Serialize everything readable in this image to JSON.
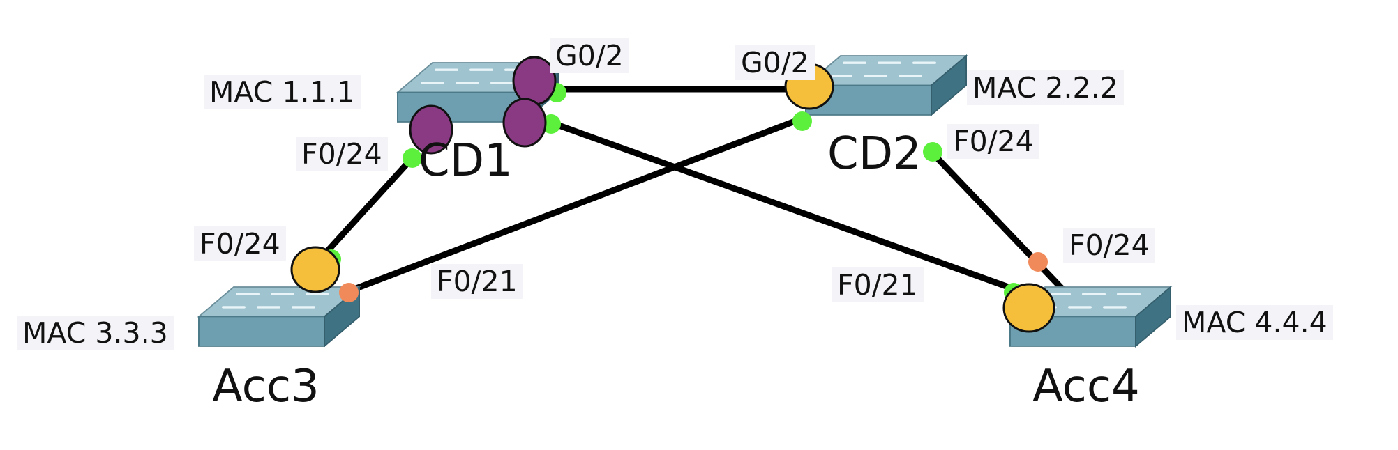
{
  "devices": {
    "cd1": {
      "name": "CD1",
      "mac": "MAC 1.1.1"
    },
    "cd2": {
      "name": "CD2",
      "mac": "MAC 2.2.2"
    },
    "acc3": {
      "name": "Acc3",
      "mac": "MAC 3.3.3"
    },
    "acc4": {
      "name": "Acc4",
      "mac": "MAC 4.4.4"
    }
  },
  "ports": {
    "cd1_g0_2": "G0/2",
    "cd1_f0_24": "F0/24",
    "cd2_g0_2": "G0/2",
    "cd2_f0_24": "F0/24",
    "acc3_f0_24": "F0/24",
    "acc3_f0_21": "F0/21",
    "acc4_f0_21": "F0/21",
    "acc4_f0_24": "F0/24"
  },
  "colors": {
    "link": "#000000",
    "port_up": "#5cf03c",
    "port_blocked": "#f08a5a",
    "root_port_marker": "#f5bf3c",
    "designated_marker": "#8a3a82",
    "switch_top": "#9fc3cf",
    "switch_front": "#6e9fb0",
    "switch_side": "#3f7283"
  }
}
